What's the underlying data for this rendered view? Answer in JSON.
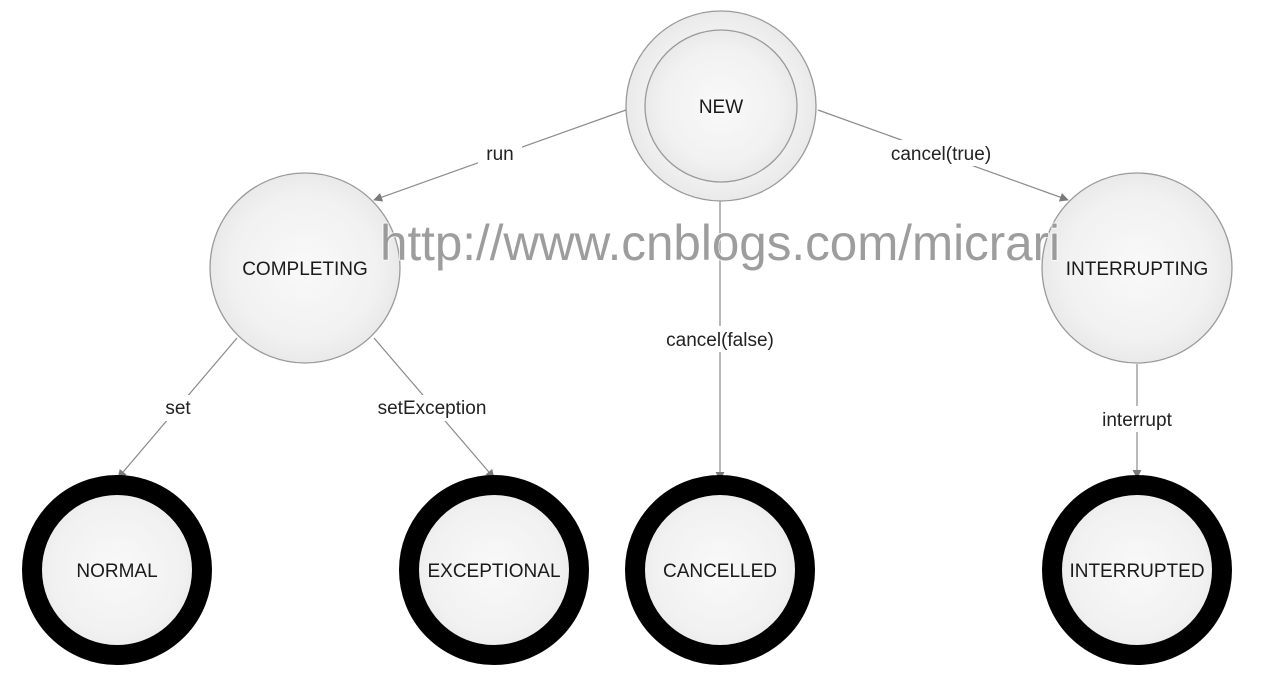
{
  "watermark": "http://www.cnblogs.com/micrari",
  "states": {
    "new": "NEW",
    "completing": "COMPLETING",
    "interrupting": "INTERRUPTING",
    "normal": "NORMAL",
    "exceptional": "EXCEPTIONAL",
    "cancelled": "CANCELLED",
    "interrupted": "INTERRUPTED"
  },
  "transitions": {
    "run": "run",
    "cancel_true": "cancel(true)",
    "cancel_false": "cancel(false)",
    "set": "set",
    "set_exception": "setException",
    "interrupt": "interrupt"
  }
}
